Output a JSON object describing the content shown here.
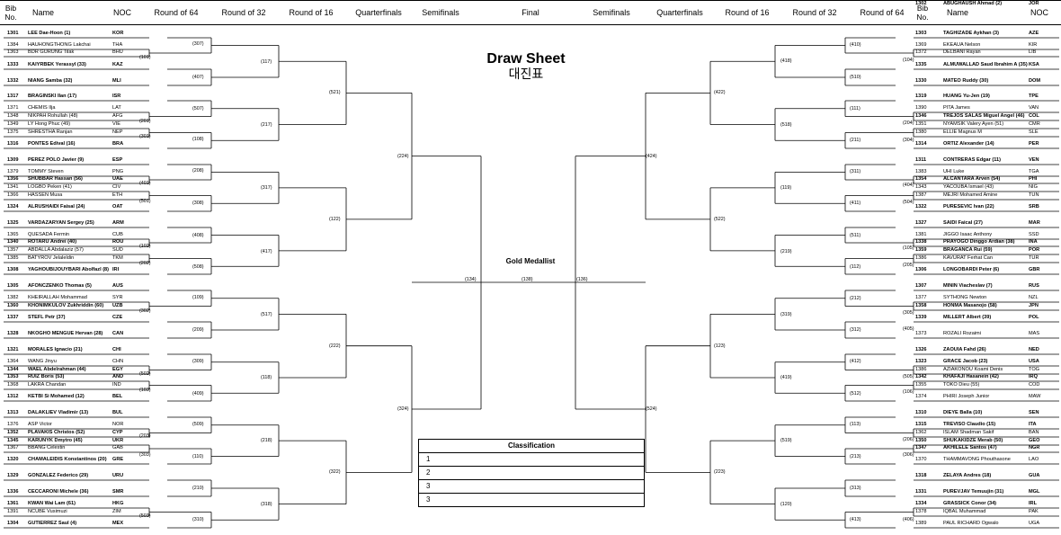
{
  "header": {
    "left": [
      "Bib No.",
      "Name",
      "NOC",
      "Round of 64",
      "Round of 32",
      "Round of 16",
      "Quarterfinals",
      "Semifinals",
      "Final"
    ],
    "right": [
      "Semifinals",
      "Quarterfinals",
      "Round of 16",
      "Round of 32",
      "Round of 64",
      "Bib No.",
      "Name",
      "NOC"
    ]
  },
  "title": "Draw Sheet",
  "subtitle": "대진표",
  "gold_label": "Gold Medallist",
  "classification": {
    "title": "Classification",
    "places": [
      "1",
      "2",
      "3",
      "3"
    ]
  },
  "left_athletes": [
    {
      "bib": "1301",
      "name": "LEE Dae-Hoon (1)",
      "noc": "KOR",
      "bold": true
    },
    {
      "bib": "1384",
      "name": "HAUHONGTHONG Lakchai",
      "noc": "THA",
      "bold": false
    },
    {
      "bib": "1363",
      "name": "BDR GURUNG Tilak",
      "noc": "BHU",
      "bold": false
    },
    {
      "bib": "1333",
      "name": "KAIYRBEK Yerassyl (33)",
      "noc": "KAZ",
      "bold": true
    },
    {
      "bib": "1332",
      "name": "NIANG Samba (32)",
      "noc": "MLI",
      "bold": true
    },
    {
      "bib": "1317",
      "name": "BRAGINSKI Ilan (17)",
      "noc": "ISR",
      "bold": true
    },
    {
      "bib": "1371",
      "name": "CHEMIS Ilja",
      "noc": "LAT",
      "bold": false
    },
    {
      "bib": "1348",
      "name": "NIKPAH Rohullah (48)",
      "noc": "AFG",
      "bold": false
    },
    {
      "bib": "1349",
      "name": "LY Hong Phuc (49)",
      "noc": "VIE",
      "bold": false
    },
    {
      "bib": "1375",
      "name": "SHRESTHA Ranjan",
      "noc": "NEP",
      "bold": false
    },
    {
      "bib": "1316",
      "name": "PONTES Edival (16)",
      "noc": "BRA",
      "bold": true
    },
    {
      "bib": "1309",
      "name": "PEREZ POLO Javier (9)",
      "noc": "ESP",
      "bold": true
    },
    {
      "bib": "1379",
      "name": "TOMMY Steven",
      "noc": "PNG",
      "bold": false
    },
    {
      "bib": "1356",
      "name": "SHUBBAR Hassan (56)",
      "noc": "UAE",
      "bold": true
    },
    {
      "bib": "1341",
      "name": "LOGBO Peken (41)",
      "noc": "CIV",
      "bold": false
    },
    {
      "bib": "1366",
      "name": "HASSEN Musa",
      "noc": "ETH",
      "bold": false
    },
    {
      "bib": "1324",
      "name": "ALRUSHAIDI Faisal (24)",
      "noc": "OAT",
      "bold": true
    },
    {
      "bib": "1325",
      "name": "VARDAZARYAN Sergey (25)",
      "noc": "ARM",
      "bold": true
    },
    {
      "bib": "1365",
      "name": "QUESADA Fermin",
      "noc": "CUB",
      "bold": false
    },
    {
      "bib": "1340",
      "name": "ROTARU Andrei (40)",
      "noc": "ROU",
      "bold": true
    },
    {
      "bib": "1357",
      "name": "ABDALLA Abdalaziz (57)",
      "noc": "SUD",
      "bold": false
    },
    {
      "bib": "1385",
      "name": "BATYROV Jelaleldin",
      "noc": "TKM",
      "bold": false
    },
    {
      "bib": "1308",
      "name": "YAGHOUBIJOUYBARI Abolfazl (8)",
      "noc": "IRI",
      "bold": true
    },
    {
      "bib": "1305",
      "name": "AFONCZENKO Thomas (5)",
      "noc": "AUS",
      "bold": true
    },
    {
      "bib": "1382",
      "name": "KHEIRALLAH Mohammad",
      "noc": "SYR",
      "bold": false
    },
    {
      "bib": "1360",
      "name": "KHONIMKULOV Zukhriddin (60)",
      "noc": "UZB",
      "bold": true
    },
    {
      "bib": "1337",
      "name": "STEFL Petr (37)",
      "noc": "CZE",
      "bold": true
    },
    {
      "bib": "1328",
      "name": "NKOGHO MENGUE Hervan (28)",
      "noc": "CAN",
      "bold": true
    },
    {
      "bib": "1321",
      "name": "MORALES Ignacio (21)",
      "noc": "CHI",
      "bold": true
    },
    {
      "bib": "1364",
      "name": "WANG Jinyu",
      "noc": "CHN",
      "bold": false
    },
    {
      "bib": "1344",
      "name": "WAEL Abdelrahman (44)",
      "noc": "EGY",
      "bold": true
    },
    {
      "bib": "1353",
      "name": "RUIZ Boris (53)",
      "noc": "AND",
      "bold": true
    },
    {
      "bib": "1368",
      "name": "LAKRA Chandan",
      "noc": "IND",
      "bold": false
    },
    {
      "bib": "1312",
      "name": "KETBI Si Mohamed (12)",
      "noc": "BEL",
      "bold": true
    },
    {
      "bib": "1313",
      "name": "DALAKLIEV Vladimir (13)",
      "noc": "BUL",
      "bold": true
    },
    {
      "bib": "1376",
      "name": "ASP Victor",
      "noc": "NOR",
      "bold": false
    },
    {
      "bib": "1352",
      "name": "PLAVAKIS Christos (52)",
      "noc": "CYP",
      "bold": true
    },
    {
      "bib": "1345",
      "name": "KARUNYK Dmytro (45)",
      "noc": "UKR",
      "bold": true
    },
    {
      "bib": "1367",
      "name": "BBANG Celestin",
      "noc": "GAB",
      "bold": false
    },
    {
      "bib": "1320",
      "name": "CHAMALEIDIS Konstantinos (20)",
      "noc": "GRE",
      "bold": true
    },
    {
      "bib": "1329",
      "name": "GONZALEZ Federico (29)",
      "noc": "URU",
      "bold": true
    },
    {
      "bib": "1336",
      "name": "CECCARONI Michele (36)",
      "noc": "SMR",
      "bold": true
    },
    {
      "bib": "1361",
      "name": "KWAN Wai Lam (61)",
      "noc": "HKG",
      "bold": true
    },
    {
      "bib": "1391",
      "name": "NCUBE Vusimuzi",
      "noc": "ZIM",
      "bold": false
    },
    {
      "bib": "1304",
      "name": "GUTIERREZ Saul (4)",
      "noc": "MEX",
      "bold": true
    }
  ],
  "right_athletes": [
    {
      "bib": "1303",
      "name": "TAGHIZADE Aykhan (3)",
      "noc": "AZE",
      "bold": true
    },
    {
      "bib": "1369",
      "name": "EKEAUA Nelson",
      "noc": "KIR",
      "bold": false
    },
    {
      "bib": "1372",
      "name": "DELBANI Rayan",
      "noc": "LIB",
      "bold": false
    },
    {
      "bib": "1335",
      "name": "ALMUWALLAD Saud Ibrahim A (35)",
      "noc": "KSA",
      "bold": true
    },
    {
      "bib": "1330",
      "name": "MATEO Ruddy (30)",
      "noc": "DOM",
      "bold": true
    },
    {
      "bib": "1319",
      "name": "HUANG Yu-Jen (19)",
      "noc": "TPE",
      "bold": true
    },
    {
      "bib": "1390",
      "name": "PITA James",
      "noc": "VAN",
      "bold": false
    },
    {
      "bib": "1346",
      "name": "TREJOS SALAS Miguel Angel (46)",
      "noc": "COL",
      "bold": true
    },
    {
      "bib": "1351",
      "name": "NYAMSIK Valery Ayen (51)",
      "noc": "CMR",
      "bold": false
    },
    {
      "bib": "1380",
      "name": "ELLIE Magnus M",
      "noc": "SLE",
      "bold": false
    },
    {
      "bib": "1314",
      "name": "ORTIZ Alexander (14)",
      "noc": "PER",
      "bold": true
    },
    {
      "bib": "1311",
      "name": "CONTRERAS Edgar (11)",
      "noc": "VEN",
      "bold": true
    },
    {
      "bib": "1383",
      "name": "UHI Luke",
      "noc": "TGA",
      "bold": false
    },
    {
      "bib": "1354",
      "name": "ALCANTARA Arven (54)",
      "noc": "PHI",
      "bold": true
    },
    {
      "bib": "1343",
      "name": "YACOUBA Ismael (43)",
      "noc": "NIG",
      "bold": false
    },
    {
      "bib": "1387",
      "name": "MEJRI Mohamed Amine",
      "noc": "TUN",
      "bold": false
    },
    {
      "bib": "1322",
      "name": "PURESEVIC Ivan (22)",
      "noc": "SRB",
      "bold": true
    },
    {
      "bib": "1327",
      "name": "SAIDI Faical (27)",
      "noc": "MAR",
      "bold": true
    },
    {
      "bib": "1381",
      "name": "JIGGO Isaac Anthony",
      "noc": "SSD",
      "bold": false
    },
    {
      "bib": "1338",
      "name": "PRAYOGO Dinggo Ardian (38)",
      "noc": "INA",
      "bold": true
    },
    {
      "bib": "1359",
      "name": "BRAGANCA Rui (59)",
      "noc": "POR",
      "bold": true
    },
    {
      "bib": "1386",
      "name": "KAVURAT Ferhat Can",
      "noc": "TUR",
      "bold": false
    },
    {
      "bib": "1306",
      "name": "LONGOBARDI Peter (6)",
      "noc": "GBR",
      "bold": true
    },
    {
      "bib": "1307",
      "name": "MININ Viacheslav (7)",
      "noc": "RUS",
      "bold": true
    },
    {
      "bib": "1377",
      "name": "SYTHONG Newton",
      "noc": "NZL",
      "bold": false
    },
    {
      "bib": "1358",
      "name": "HONMA Masanojo (58)",
      "noc": "JPN",
      "bold": true
    },
    {
      "bib": "1339",
      "name": "MILLERT Albert (39)",
      "noc": "POL",
      "bold": true
    },
    {
      "bib": "1373",
      "name": "ROZALI Rozaimi",
      "noc": "MAS",
      "bold": false
    },
    {
      "bib": "1326",
      "name": "ZAOUIA Fahd (26)",
      "noc": "NED",
      "bold": true
    },
    {
      "bib": "1323",
      "name": "GRACE Jacob (23)",
      "noc": "USA",
      "bold": true
    },
    {
      "bib": "1386",
      "name": "AZIAKONOU Koami Denis",
      "noc": "TOG",
      "bold": false
    },
    {
      "bib": "1342",
      "name": "KHAFAJI Hasanein (42)",
      "noc": "IRQ",
      "bold": true
    },
    {
      "bib": "1355",
      "name": "TOKO Dieu (55)",
      "noc": "COD",
      "bold": false
    },
    {
      "bib": "1374",
      "name": "PHIRI Joseph Junior",
      "noc": "MAW",
      "bold": false
    },
    {
      "bib": "1310",
      "name": "DIEYE Balla (10)",
      "noc": "SEN",
      "bold": true
    },
    {
      "bib": "1315",
      "name": "TREVISO Claudio (15)",
      "noc": "ITA",
      "bold": true
    },
    {
      "bib": "1362",
      "name": "ISLAM Shadman Sakif",
      "noc": "BAN",
      "bold": false
    },
    {
      "bib": "1350",
      "name": "SHUKAKIDZE Merab (50)",
      "noc": "GEO",
      "bold": true
    },
    {
      "bib": "1347",
      "name": "AKHILELE Santos (47)",
      "noc": "NGR",
      "bold": true
    },
    {
      "bib": "1370",
      "name": "THAMMAVONG Phouthasone",
      "noc": "LAO",
      "bold": false
    },
    {
      "bib": "1318",
      "name": "ZELAYA Andres (18)",
      "noc": "GUA",
      "bold": true
    },
    {
      "bib": "1331",
      "name": "PUREVJAV Temuujin (31)",
      "noc": "MGL",
      "bold": true
    },
    {
      "bib": "1334",
      "name": "GRASSICK Conor (34)",
      "noc": "IRL",
      "bold": true
    },
    {
      "bib": "1378",
      "name": "IQBAL Muhammad",
      "noc": "PAK",
      "bold": false
    },
    {
      "bib": "1389",
      "name": "PAUL RICHARD Ogwalo",
      "noc": "UGA",
      "bold": false
    },
    {
      "bib": "1302",
      "name": "ABUGHAUSH Ahmad (2)",
      "noc": "JOR",
      "bold": true
    }
  ],
  "left_match_labels": [
    "(101)",
    "(201)",
    "(301)",
    "(401)",
    "(501)",
    "(102)",
    "(202)",
    "(302)",
    "(502)",
    "(103)",
    "(203)",
    "(303)",
    "(503)",
    "(307)",
    "(407)",
    "(507)",
    "(108)",
    "(208)",
    "(308)",
    "(408)",
    "(508)",
    "(109)",
    "(209)",
    "(309)",
    "(409)",
    "(509)",
    "(110)",
    "(210)",
    "(310)",
    "(117)",
    "(217)",
    "(317)",
    "(417)",
    "(517)",
    "(118)",
    "(218)",
    "(318)",
    "(521)",
    "(122)",
    "(222)",
    "(322)",
    "(224)",
    "(324)",
    "(134)"
  ],
  "right_match_labels": [
    "(104)",
    "(204)",
    "(304)",
    "(404)",
    "(504)",
    "(105)",
    "(205)",
    "(305)",
    "(405)",
    "(505)",
    "(106)",
    "(206)",
    "(306)",
    "(406)",
    "(410)",
    "(510)",
    "(111)",
    "(211)",
    "(311)",
    "(411)",
    "(511)",
    "(112)",
    "(212)",
    "(312)",
    "(412)",
    "(512)",
    "(113)",
    "(213)",
    "(313)",
    "(413)",
    "(418)",
    "(518)",
    "(119)",
    "(219)",
    "(319)",
    "(419)",
    "(519)",
    "(120)",
    "(422)",
    "(522)",
    "(123)",
    "(223)",
    "(424)",
    "(524)",
    "(136)"
  ],
  "final_label": "(138)"
}
